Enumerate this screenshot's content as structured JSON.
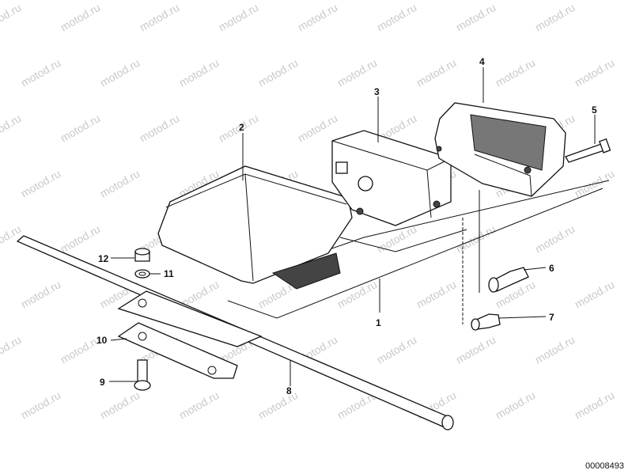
{
  "watermark": "motod.ru",
  "diagram_code": "00008493",
  "callouts": [
    "1",
    "2",
    "3",
    "4",
    "5",
    "6",
    "7",
    "8",
    "9",
    "10",
    "11",
    "12"
  ]
}
